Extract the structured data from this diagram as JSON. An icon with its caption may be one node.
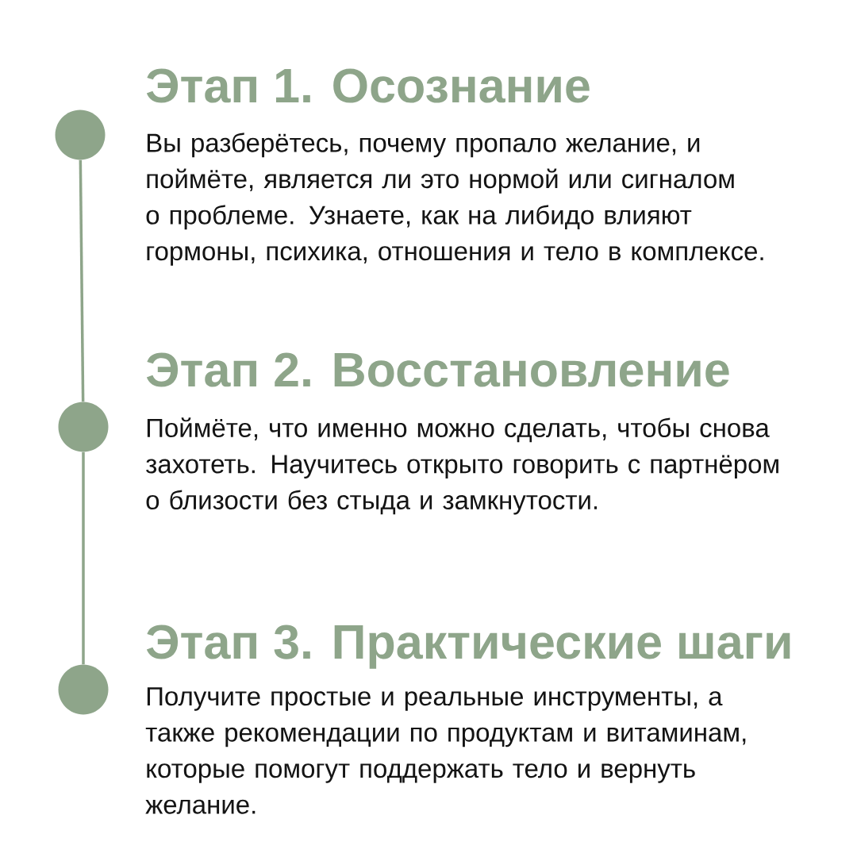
{
  "diagram": {
    "nodes": [
      {
        "text": [],
        "shape": "circle",
        "beside": [
          "Этап 1. Осознание",
          "Вы разберётесь, почему пропало желание, и поймёте, является ли это нормой или сигналом о проблеме. Узнаете, как на либидо влияют гормоны, психика, отношения и тело в комплексе."
        ]
      },
      {
        "text": [],
        "shape": "circle",
        "beside": [
          "Этап 2. Восстановление",
          "Поймёте, что именно можно сделать, чтобы снова захотеть. Научитесь открыто говорить с партнёром о близости без стыда и замкнутости."
        ]
      },
      {
        "text": [],
        "shape": "circle",
        "beside": [
          "Этап 3. Практические шаги",
          "Получите простые и реальные инструменты, а также рекомендации по продуктам и витаминам, которые помогут поддержать тело и вернуть желание."
        ]
      }
    ],
    "edges": [
      {
        "from": 0,
        "to": 1,
        "arrow": "none"
      },
      {
        "from": 1,
        "to": 2,
        "arrow": "none"
      }
    ]
  }
}
